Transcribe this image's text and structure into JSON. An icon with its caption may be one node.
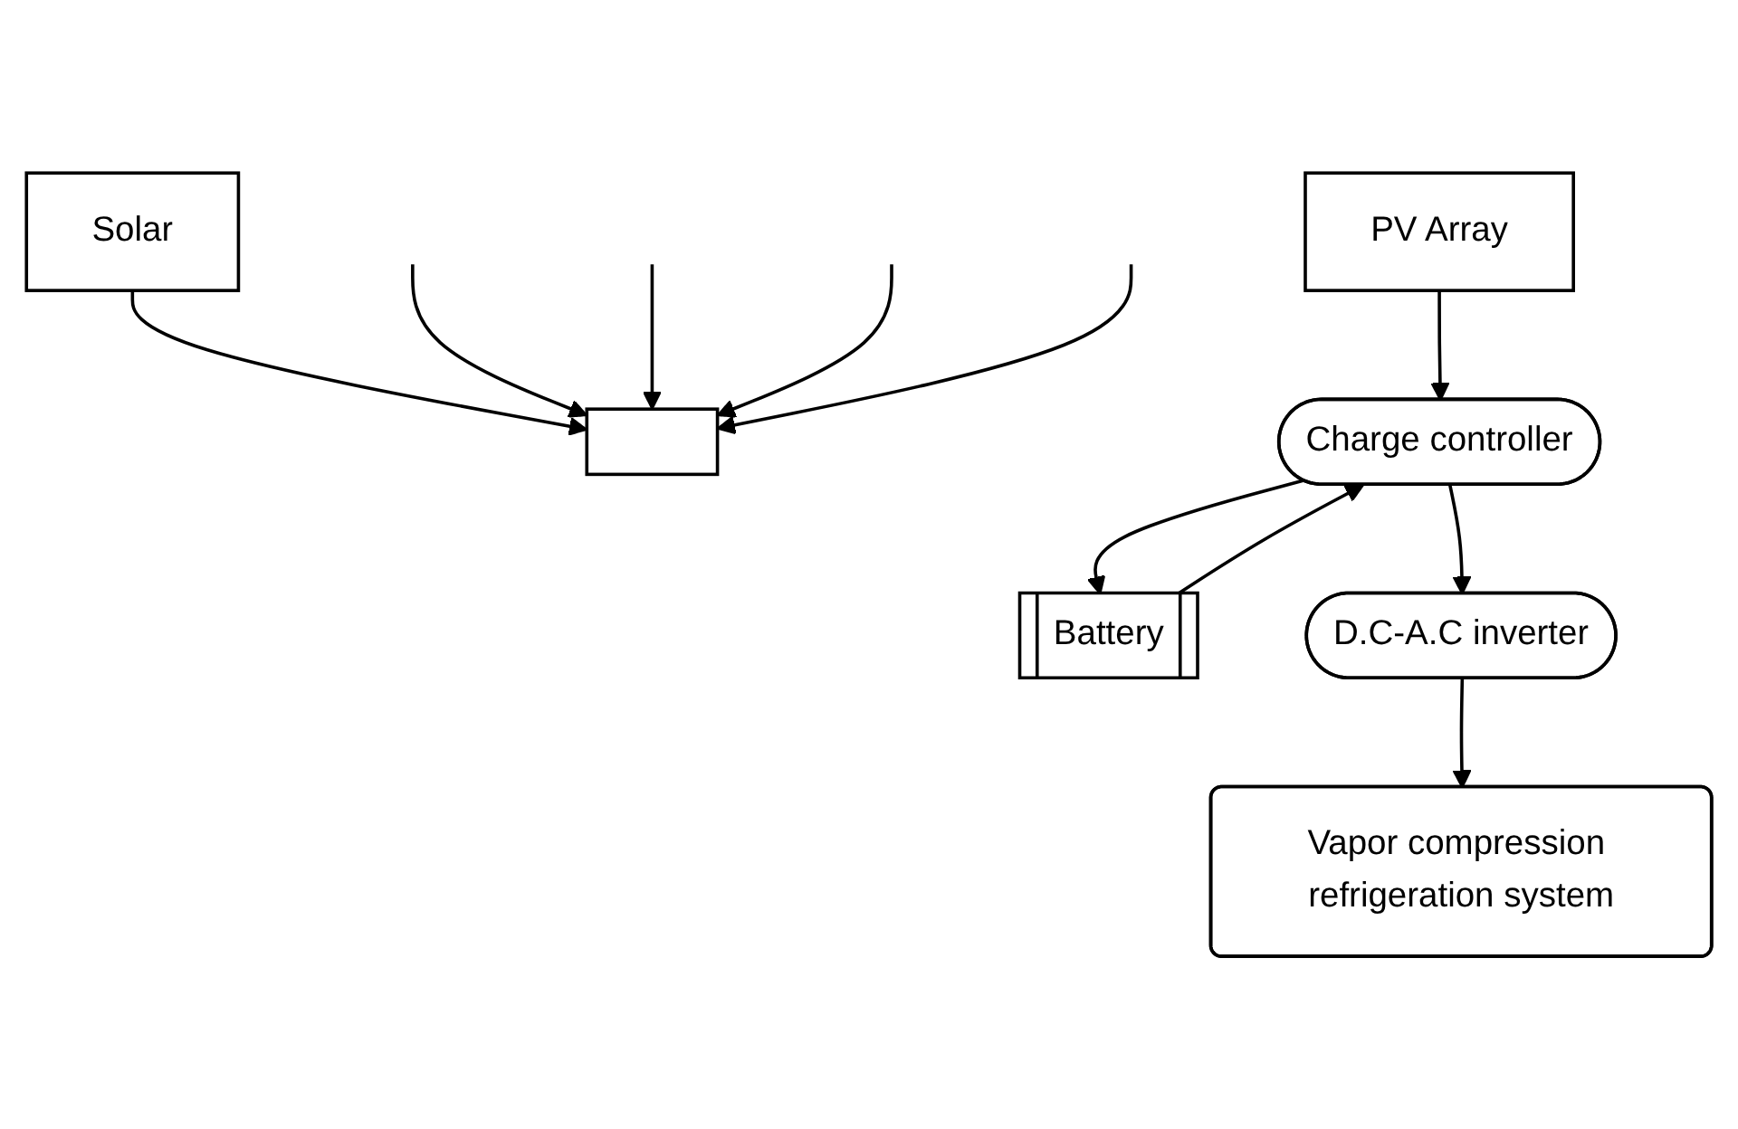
{
  "diagram": {
    "nodes": [
      {
        "text": [
          "Solar"
        ]
      },
      {
        "text": [],
        "shape": "bar"
      },
      {
        "text": [
          "PV Array"
        ]
      },
      {
        "text": [
          "Charge controller"
        ]
      },
      {
        "text": [
          "Battery"
        ]
      },
      {
        "text": [
          "D.C-A.C inverter"
        ]
      },
      {
        "text": [
          "Vapor compression refrigeration system"
        ]
      }
    ],
    "edges": [
      {
        "from": 0,
        "to": 1,
        "arrow": "to"
      },
      {
        "from": null,
        "to": 1,
        "arrow": "to"
      },
      {
        "from": null,
        "to": 1,
        "arrow": "to"
      },
      {
        "from": null,
        "to": 1,
        "arrow": "to"
      },
      {
        "from": null,
        "to": 1,
        "arrow": "to"
      },
      {
        "from": 2,
        "to": 3,
        "arrow": "to"
      },
      {
        "from": 3,
        "to": 4,
        "arrow": "to"
      },
      {
        "from": 4,
        "to": 3,
        "arrow": "to"
      },
      {
        "from": 3,
        "to": 5,
        "arrow": "to"
      },
      {
        "from": 5,
        "to": 6,
        "arrow": "to"
      }
    ]
  }
}
